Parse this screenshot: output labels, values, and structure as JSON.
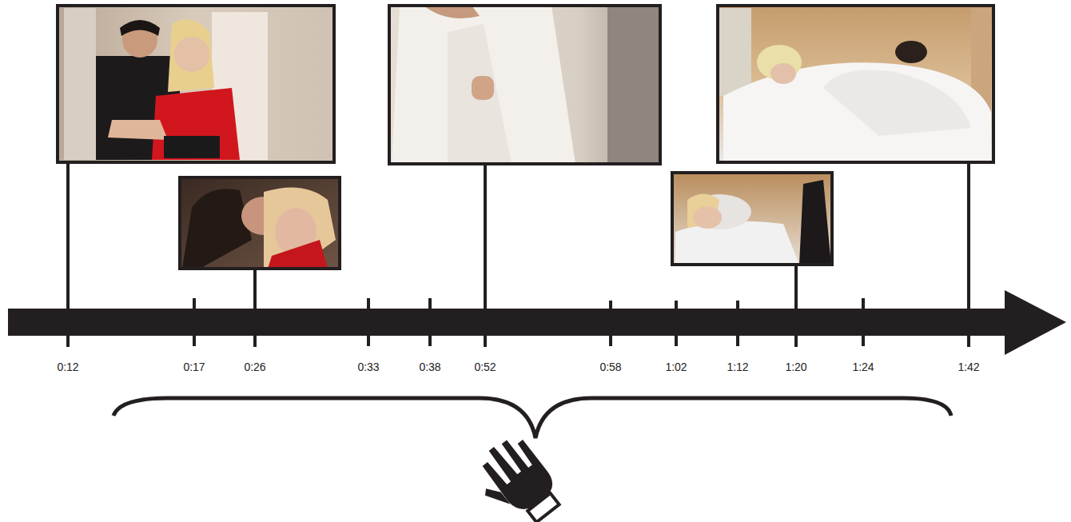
{
  "diagram": {
    "labels": [
      "0:12",
      "0:17",
      "0:26",
      "0:33",
      "0:38",
      "0:52",
      "0:58",
      "1:02",
      "1:12",
      "1:20",
      "1:24",
      "1:42"
    ]
  }
}
